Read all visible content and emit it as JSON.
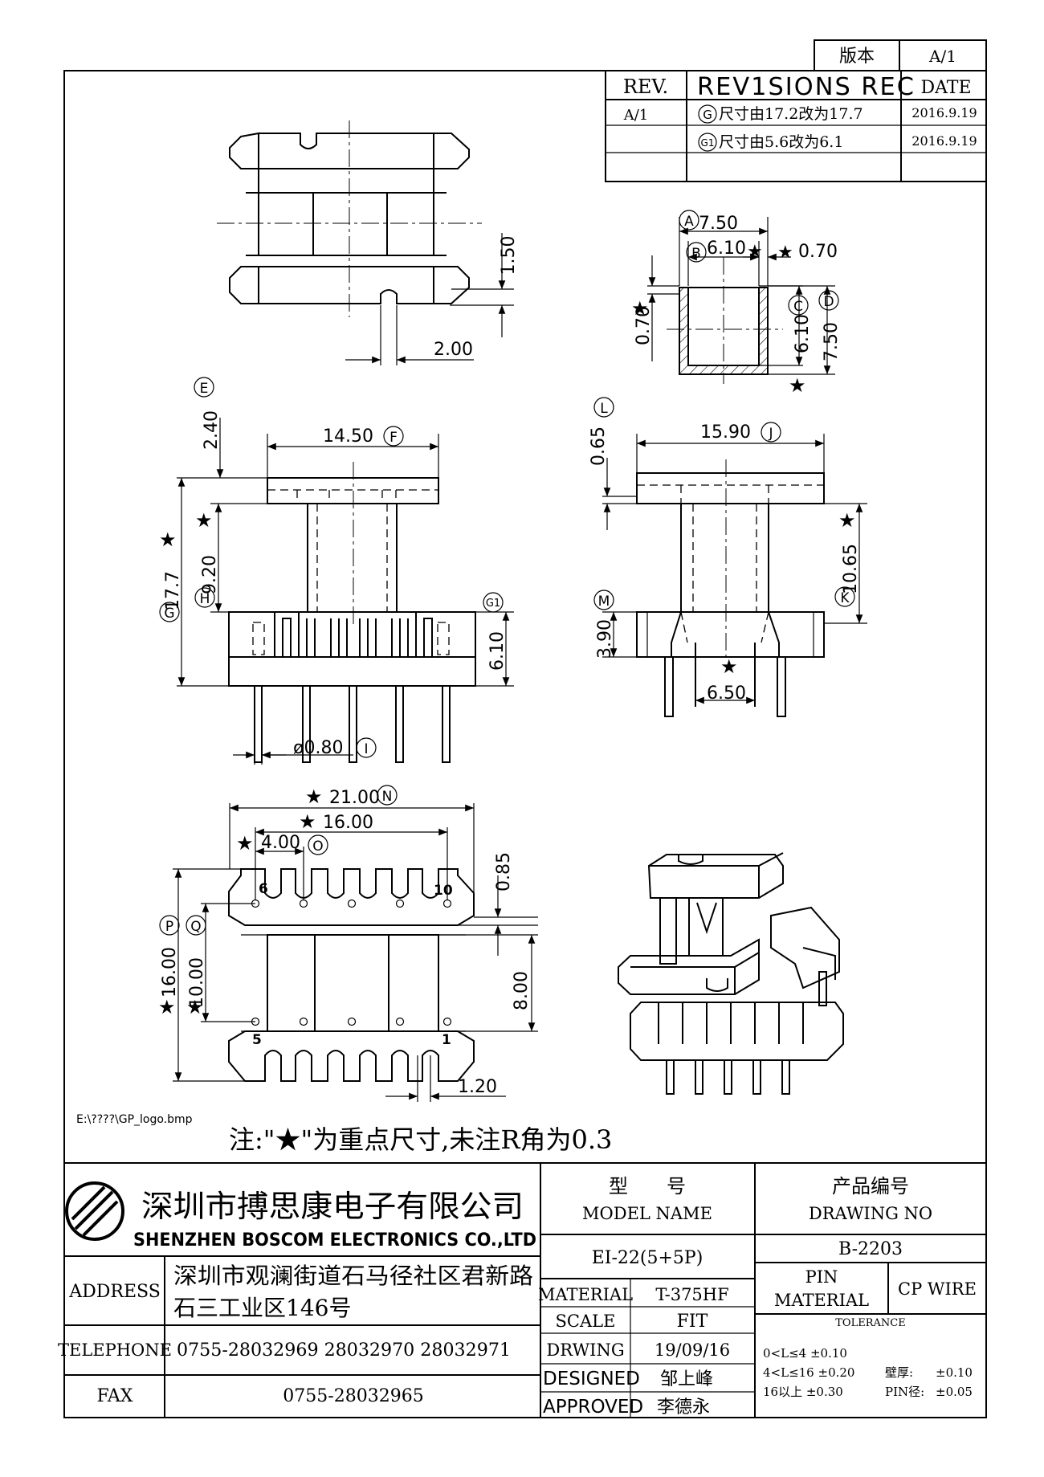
{
  "revision_table": {
    "version_label": "版本",
    "version_value": "A/1",
    "rev_header": "REV.",
    "records_header": "REV1SIONS REC",
    "date_header": "DATE",
    "rows": [
      {
        "rev": "A/1",
        "mark": "G",
        "text": "尺寸由17.2改为17.7",
        "date": "2016.9.19"
      },
      {
        "rev": "",
        "mark": "G1",
        "text": "尺寸由5.6改为6.1",
        "date": "2016.9.19"
      }
    ]
  },
  "dimensions": {
    "top_1_50": "1.50",
    "top_2_00": "2.00",
    "sec_A": "7.50",
    "sec_B": "6.10",
    "sec_070": "0.70",
    "sec_070_side": "0.70",
    "sec_C": "6.10",
    "sec_D": "7.50",
    "front_E": "2.40",
    "front_F": "14.50",
    "front_H": "9.20",
    "front_G": "17.7",
    "front_G1": "6.10",
    "front_I": "ø0.80",
    "side_L": "0.65",
    "side_J": "15.90",
    "side_K": "10.65",
    "side_M": "3.90",
    "side_650": "6.50",
    "bot_N": "21.00",
    "bot_1600": "16.00",
    "bot_O": "4.00",
    "bot_085": "0.85",
    "bot_P": "16.00",
    "bot_Q": "10.00",
    "bot_800": "8.00",
    "bot_120": "1.20"
  },
  "markers": {
    "A": "A",
    "B": "B",
    "C": "C",
    "D": "D",
    "E": "E",
    "F": "F",
    "G": "G",
    "G1": "G1",
    "H": "H",
    "I": "I",
    "J": "J",
    "K": "K",
    "L": "L",
    "M": "M",
    "N": "N",
    "O": "O",
    "P": "P",
    "Q": "Q"
  },
  "pin_labels": {
    "p6": "6",
    "p10": "10",
    "p5": "5",
    "p1": "1"
  },
  "star": "★",
  "logo_path": "E:\\????\\GP_logo.bmp",
  "note": "注:\"★\"为重点尺寸,未注R角为0.3",
  "title_block": {
    "company_cn": "深圳市搏思康电子有限公司",
    "company_en": "SHENZHEN BOSCOM ELECTRONICS CO.,LTD",
    "address_label": "ADDRESS",
    "address_line1": "深圳市观澜街道石马径社区君新路",
    "address_line2": "石三工业区146号",
    "telephone_label": "TELEPHONE",
    "telephone": "0755-28032969 28032970 28032971",
    "fax_label": "FAX",
    "fax": "0755-28032965",
    "model_cn": "型　　号",
    "model_en": "MODEL NAME",
    "model_value": "EI-22(5+5P)",
    "drawing_cn": "产品编号",
    "drawing_en": "DRAWING NO",
    "drawing_value": "B-2203",
    "material_label": "MATERIAL",
    "material_value": "T-375HF",
    "pin_material_1": "PIN",
    "pin_material_2": "MATERIAL",
    "pin_material_value": "CP WIRE",
    "tolerance_label": "TOLERANCE",
    "scale_label": "SCALE",
    "scale_value": "FIT",
    "drwing_label": "DRWING",
    "drwing_value": "19/09/16",
    "designed_label": "DESIGNED",
    "designed_value": "邹上峰",
    "approved_label": "APPROVED",
    "approved_value": "李德永",
    "tol1": "0<L≤4  ±0.10",
    "tol2": "4<L≤16  ±0.20",
    "tol3": "16以上     ±0.30",
    "wall_label": "壁厚:",
    "wall_value": "±0.10",
    "pin_dia_label": "PIN径:",
    "pin_dia_value": "±0.05"
  }
}
